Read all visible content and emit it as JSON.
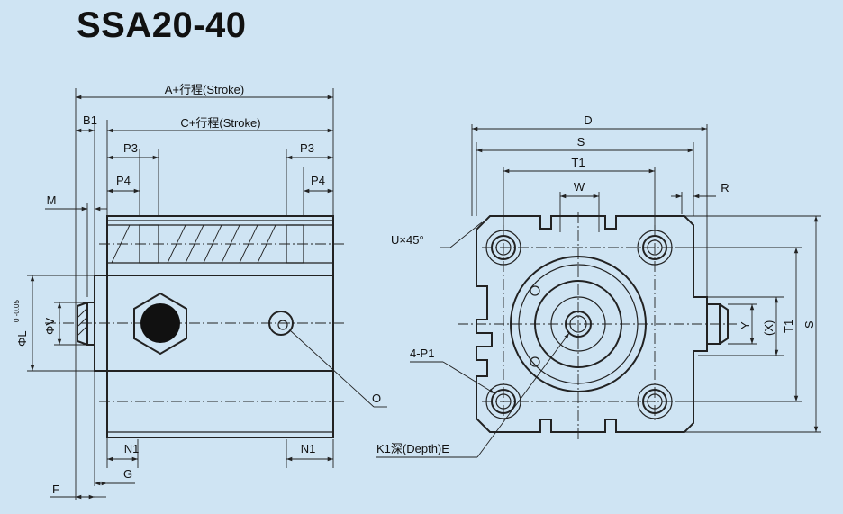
{
  "title": "SSA20-40",
  "colors": {
    "background": "#cfe4f3",
    "line": "#222222"
  },
  "side_view": {
    "dims": {
      "a_stroke": "A+行程(Stroke)",
      "c_stroke": "C+行程(Stroke)",
      "b1": "B1",
      "p3_left": "P3",
      "p3_right": "P3",
      "p4_left": "P4",
      "p4_right": "P4",
      "m": "M",
      "phi_l": "ΦL",
      "phi_l_tol": "0 -0.05",
      "phi_v": "ΦV",
      "n1_left": "N1",
      "n1_right": "N1",
      "g": "G",
      "f": "F",
      "o": "O"
    }
  },
  "front_view": {
    "dims": {
      "d": "D",
      "s_top": "S",
      "t1_top": "T1",
      "w": "W",
      "r": "R",
      "u45": "U×45°",
      "p1": "4-P1",
      "k1": "K1深(Depth)E",
      "y": "Y",
      "x": "(X)",
      "t1_right": "T1",
      "s_right": "S"
    }
  }
}
